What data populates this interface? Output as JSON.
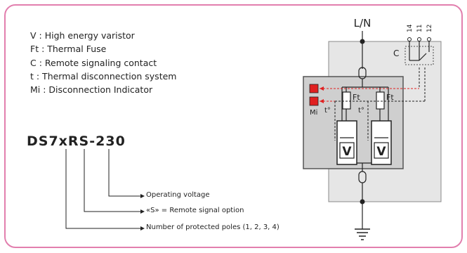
{
  "legend": [
    "V : High energy varistor",
    "Ft : Thermal Fuse",
    "C : Remote signaling contact",
    "t : Thermal disconnection system",
    "Mi : Disconnection Indicator"
  ],
  "model_code": "DS7xRS-230",
  "callouts": {
    "voltage": "Operating voltage",
    "signal": "«S» = Remote signal option",
    "poles": "Number of protected poles (1, 2, 3, 4)"
  },
  "circuit": {
    "supply_label": "L/N",
    "contact_label": "C",
    "terminals": [
      "14",
      "11",
      "12"
    ],
    "fuse_label": "Ft",
    "thermal_label": "t°",
    "indicator_label": "Mi",
    "varistor_label": "V"
  },
  "colors": {
    "frame": "#e27fae",
    "housing": "#e6e6e6",
    "module": "#cfcfcf",
    "indicator": "#e02020"
  }
}
